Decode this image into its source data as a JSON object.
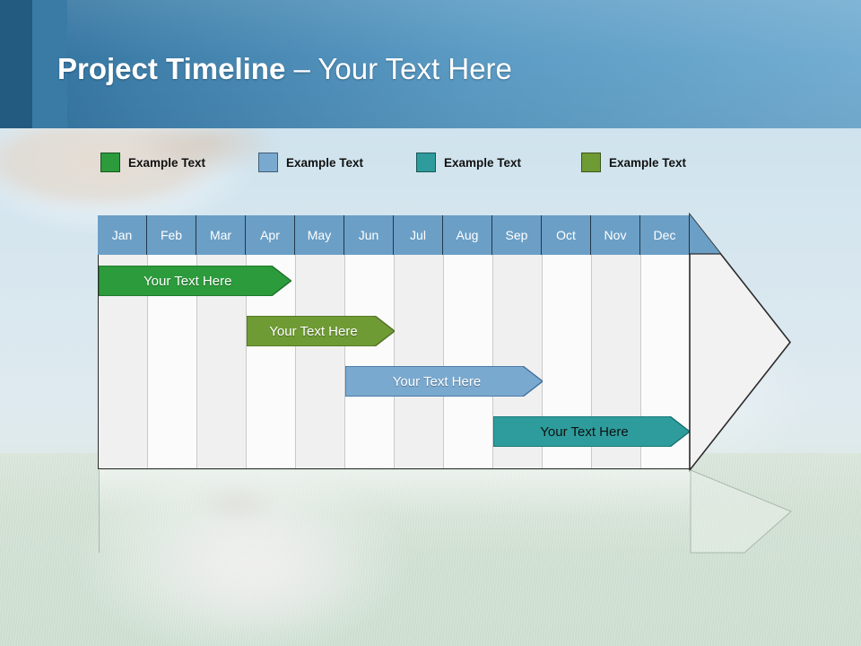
{
  "slide": {
    "title_strong": "Project Timeline",
    "title_light": " – Your Text Here"
  },
  "legend": {
    "items": [
      {
        "label": "Example Text",
        "color": "#2c9b3b",
        "x": 112
      },
      {
        "label": "Example Text",
        "color": "#7aa9d0",
        "x": 288
      },
      {
        "label": "Example Text",
        "color": "#2e9c9c",
        "x": 464
      },
      {
        "label": "Example Text",
        "color": "#6f9b34",
        "x": 648
      }
    ]
  },
  "chart_data": {
    "type": "bar",
    "title": "Project Timeline",
    "xlabel": "",
    "ylabel": "",
    "categories": [
      "Jan",
      "Feb",
      "Mar",
      "Apr",
      "May",
      "Jun",
      "Jul",
      "Aug",
      "Sep",
      "Oct",
      "Nov",
      "Dec"
    ],
    "header_bg": "#6b9fc6",
    "header_text_color": "#ffffff",
    "series": [
      {
        "name": "Your  Text Here",
        "start_month": "Jan",
        "end_month": "Mar",
        "start_index": 0,
        "span": 3.9,
        "color": "#2c9b3b",
        "border": "#1d6f2a",
        "text_color": "#ffffff",
        "row": 0
      },
      {
        "name": "Your  Text Here",
        "start_month": "Apr",
        "end_month": "Jun",
        "start_index": 3,
        "span": 3.0,
        "color": "#6f9b34",
        "border": "#4e6f22",
        "text_color": "#ffffff",
        "row": 1
      },
      {
        "name": "Your  Text Here",
        "start_month": "Jun",
        "end_month": "Sep",
        "start_index": 5,
        "span": 4.0,
        "color": "#7aa9d0",
        "border": "#3f6e98",
        "text_color": "#ffffff",
        "row": 2
      },
      {
        "name": "Your  Text Here",
        "start_month": "Sep",
        "end_month": "Dec",
        "start_index": 8,
        "span": 4.0,
        "color": "#2e9c9c",
        "border": "#14706f",
        "text_color": "#111111",
        "row": 3
      }
    ],
    "grid": true,
    "legend_position": "top"
  }
}
